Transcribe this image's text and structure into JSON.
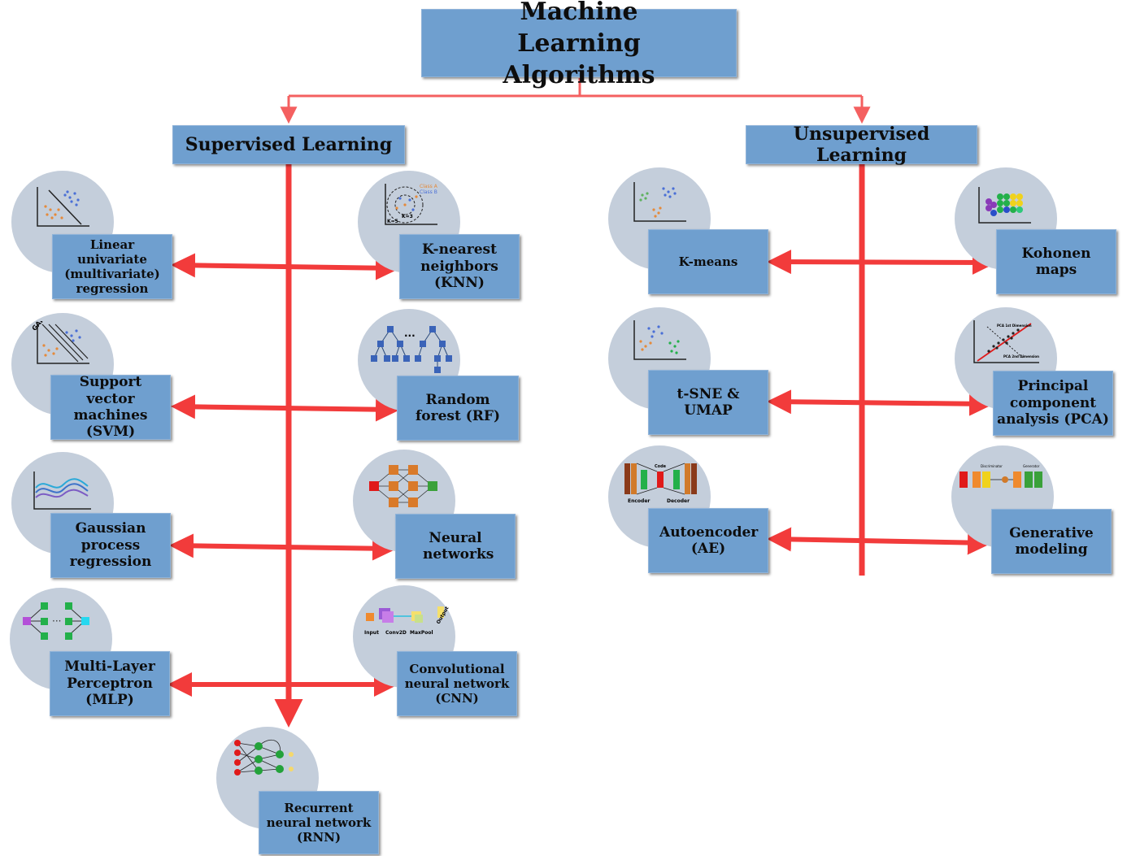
{
  "title": "Machine Learning Algorithms",
  "categories": {
    "supervised": "Supervised Learning",
    "unsupervised": "Unsupervised Learning"
  },
  "supervised_algorithms": {
    "linear_regression": "Linear univariate (multivariate) regression",
    "knn": "K-nearest neighbors (KNN)",
    "svm": "Support vector machines (SVM)",
    "random_forest": "Random forest (RF)",
    "gaussian_process": "Gaussian process regression",
    "neural_networks": "Neural networks",
    "mlp": "Multi-Layer Perceptron (MLP)",
    "cnn": "Convolutional neural network (CNN)",
    "rnn": "Recurrent neural network (RNN)"
  },
  "unsupervised_algorithms": {
    "kmeans": "K-means",
    "kohonen": "Kohonen maps",
    "tsne_umap": "t-SNE & UMAP",
    "pca": "Principal component analysis (PCA)",
    "autoencoder": "Autoencoder (AE)",
    "generative": "Generative modeling"
  },
  "icon_labels": {
    "knn_class_a": "Class A",
    "knn_class_b": "Class B",
    "knn_k3": "K=3",
    "knn_k5": "K=5",
    "svm_gap": "GAP",
    "ae_code": "Code",
    "ae_encoder": "Encoder",
    "ae_decoder": "Decoder",
    "cnn_input": "Input",
    "cnn_conv2d": "Conv2D",
    "cnn_maxpool": "MaxPool",
    "cnn_output": "Output",
    "pca_1st": "PCA 1st Dimension",
    "pca_2nd": "PCA 2nd Dimension",
    "gen_discriminator": "Discriminator",
    "gen_generator": "Generator"
  },
  "colors": {
    "box_fill": "#6f9fcf",
    "connector_red": "#f23b3b",
    "icon_circle": "#c4cedb"
  }
}
